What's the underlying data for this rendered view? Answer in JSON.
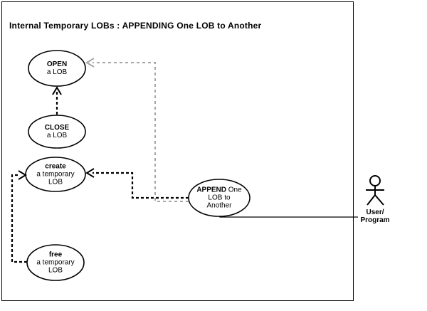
{
  "title": "Internal Temporary LOBs : APPENDING One LOB to Another",
  "use_cases": {
    "open": {
      "name": "OPEN",
      "line2": "a LOB"
    },
    "close": {
      "name": "CLOSE",
      "line2": "a LOB"
    },
    "create": {
      "name": "create",
      "line2": "a temporary",
      "line3": "LOB"
    },
    "free": {
      "name": "free",
      "line2": "a temporary",
      "line3": "LOB"
    },
    "append": {
      "name": "APPEND",
      "name_suffix": " One",
      "line2": "LOB to",
      "line3": "Another"
    }
  },
  "actor": {
    "line1": "User/",
    "line2": "Program"
  },
  "relationships": [
    {
      "from": "CLOSE a LOB",
      "to": "OPEN a LOB",
      "style": "dashed-black-arrow"
    },
    {
      "from": "APPEND One LOB to Another",
      "to": "OPEN a LOB",
      "style": "dashed-gray-arrow"
    },
    {
      "from": "APPEND One LOB to Another",
      "to": "create a temporary LOB",
      "style": "dashed-black-arrow"
    },
    {
      "from": "free a temporary LOB",
      "to": "create a temporary LOB",
      "style": "dashed-black-arrow"
    },
    {
      "from": "APPEND One LOB to Another",
      "to": "User/Program",
      "style": "solid-line"
    }
  ],
  "colors": {
    "ink": "#000000",
    "gray_arrow": "#a6a6a6",
    "background": "#ffffff"
  }
}
